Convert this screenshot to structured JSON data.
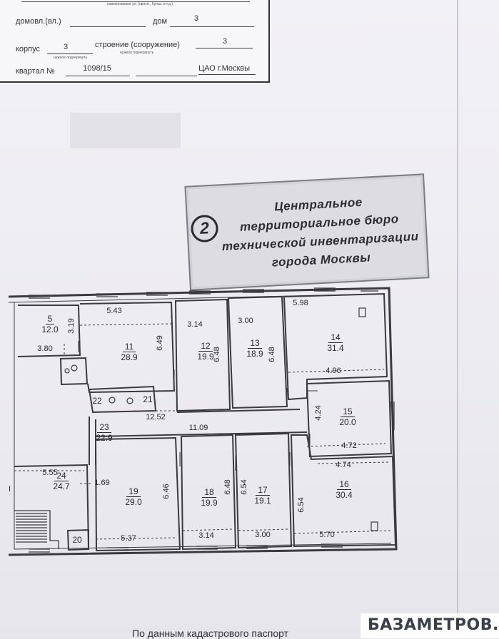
{
  "header": {
    "line1_note": "наименование ул. (просп., бульв. и т.д.)",
    "domovl_label": "домовл.(вл.)",
    "dom_label": "дом",
    "dom_value": "3",
    "korpus_label": "корпус",
    "korpus_value": "3",
    "note_korpus": "нужное подчеркнуть",
    "stroenie_label": "строение (сооружение)",
    "stroenie_value": "3",
    "note_stroenie": "нужное подчеркнуть",
    "kvartal_label": "квартал №",
    "kvartal_value": "1098/15",
    "district": "ЦАО г.Москвы"
  },
  "stamp": {
    "number": "2",
    "lines": [
      "Центральное",
      "территориальное бюро",
      "технической инвентаризации",
      "города Москвы"
    ]
  },
  "rooms": [
    {
      "id": "5",
      "area": "12.0"
    },
    {
      "id": "11",
      "area": "28.9"
    },
    {
      "id": "12",
      "area": "19.9"
    },
    {
      "id": "13",
      "area": "18.9"
    },
    {
      "id": "14",
      "area": "31.4"
    },
    {
      "id": "15",
      "area": "20.0"
    },
    {
      "id": "16",
      "area": "30.4"
    },
    {
      "id": "17",
      "area": "19.1"
    },
    {
      "id": "18",
      "area": "19.9"
    },
    {
      "id": "19",
      "area": "29.0"
    },
    {
      "id": "23",
      "area": "22.9"
    },
    {
      "id": "24",
      "area": "24.7"
    }
  ],
  "small_rooms": [
    "22",
    "21",
    "20"
  ],
  "dims": [
    "5.43",
    "6.49",
    "3.14",
    "3.00",
    "6.48",
    "6.48",
    "5.98",
    "4.96",
    "3.19",
    "3.80",
    "12.52",
    "11.09",
    "4.24",
    "4.72",
    "4.74",
    "5.55",
    "1.69",
    "6.46",
    "5.37",
    "6.48",
    "3.14",
    "6.54",
    "3.00",
    "6.54",
    "5.70"
  ],
  "stair_mark": "I",
  "bottom_text": "По данным кадастрового паспорт",
  "watermark": "БАЗАМЕТРОВ.РУ"
}
